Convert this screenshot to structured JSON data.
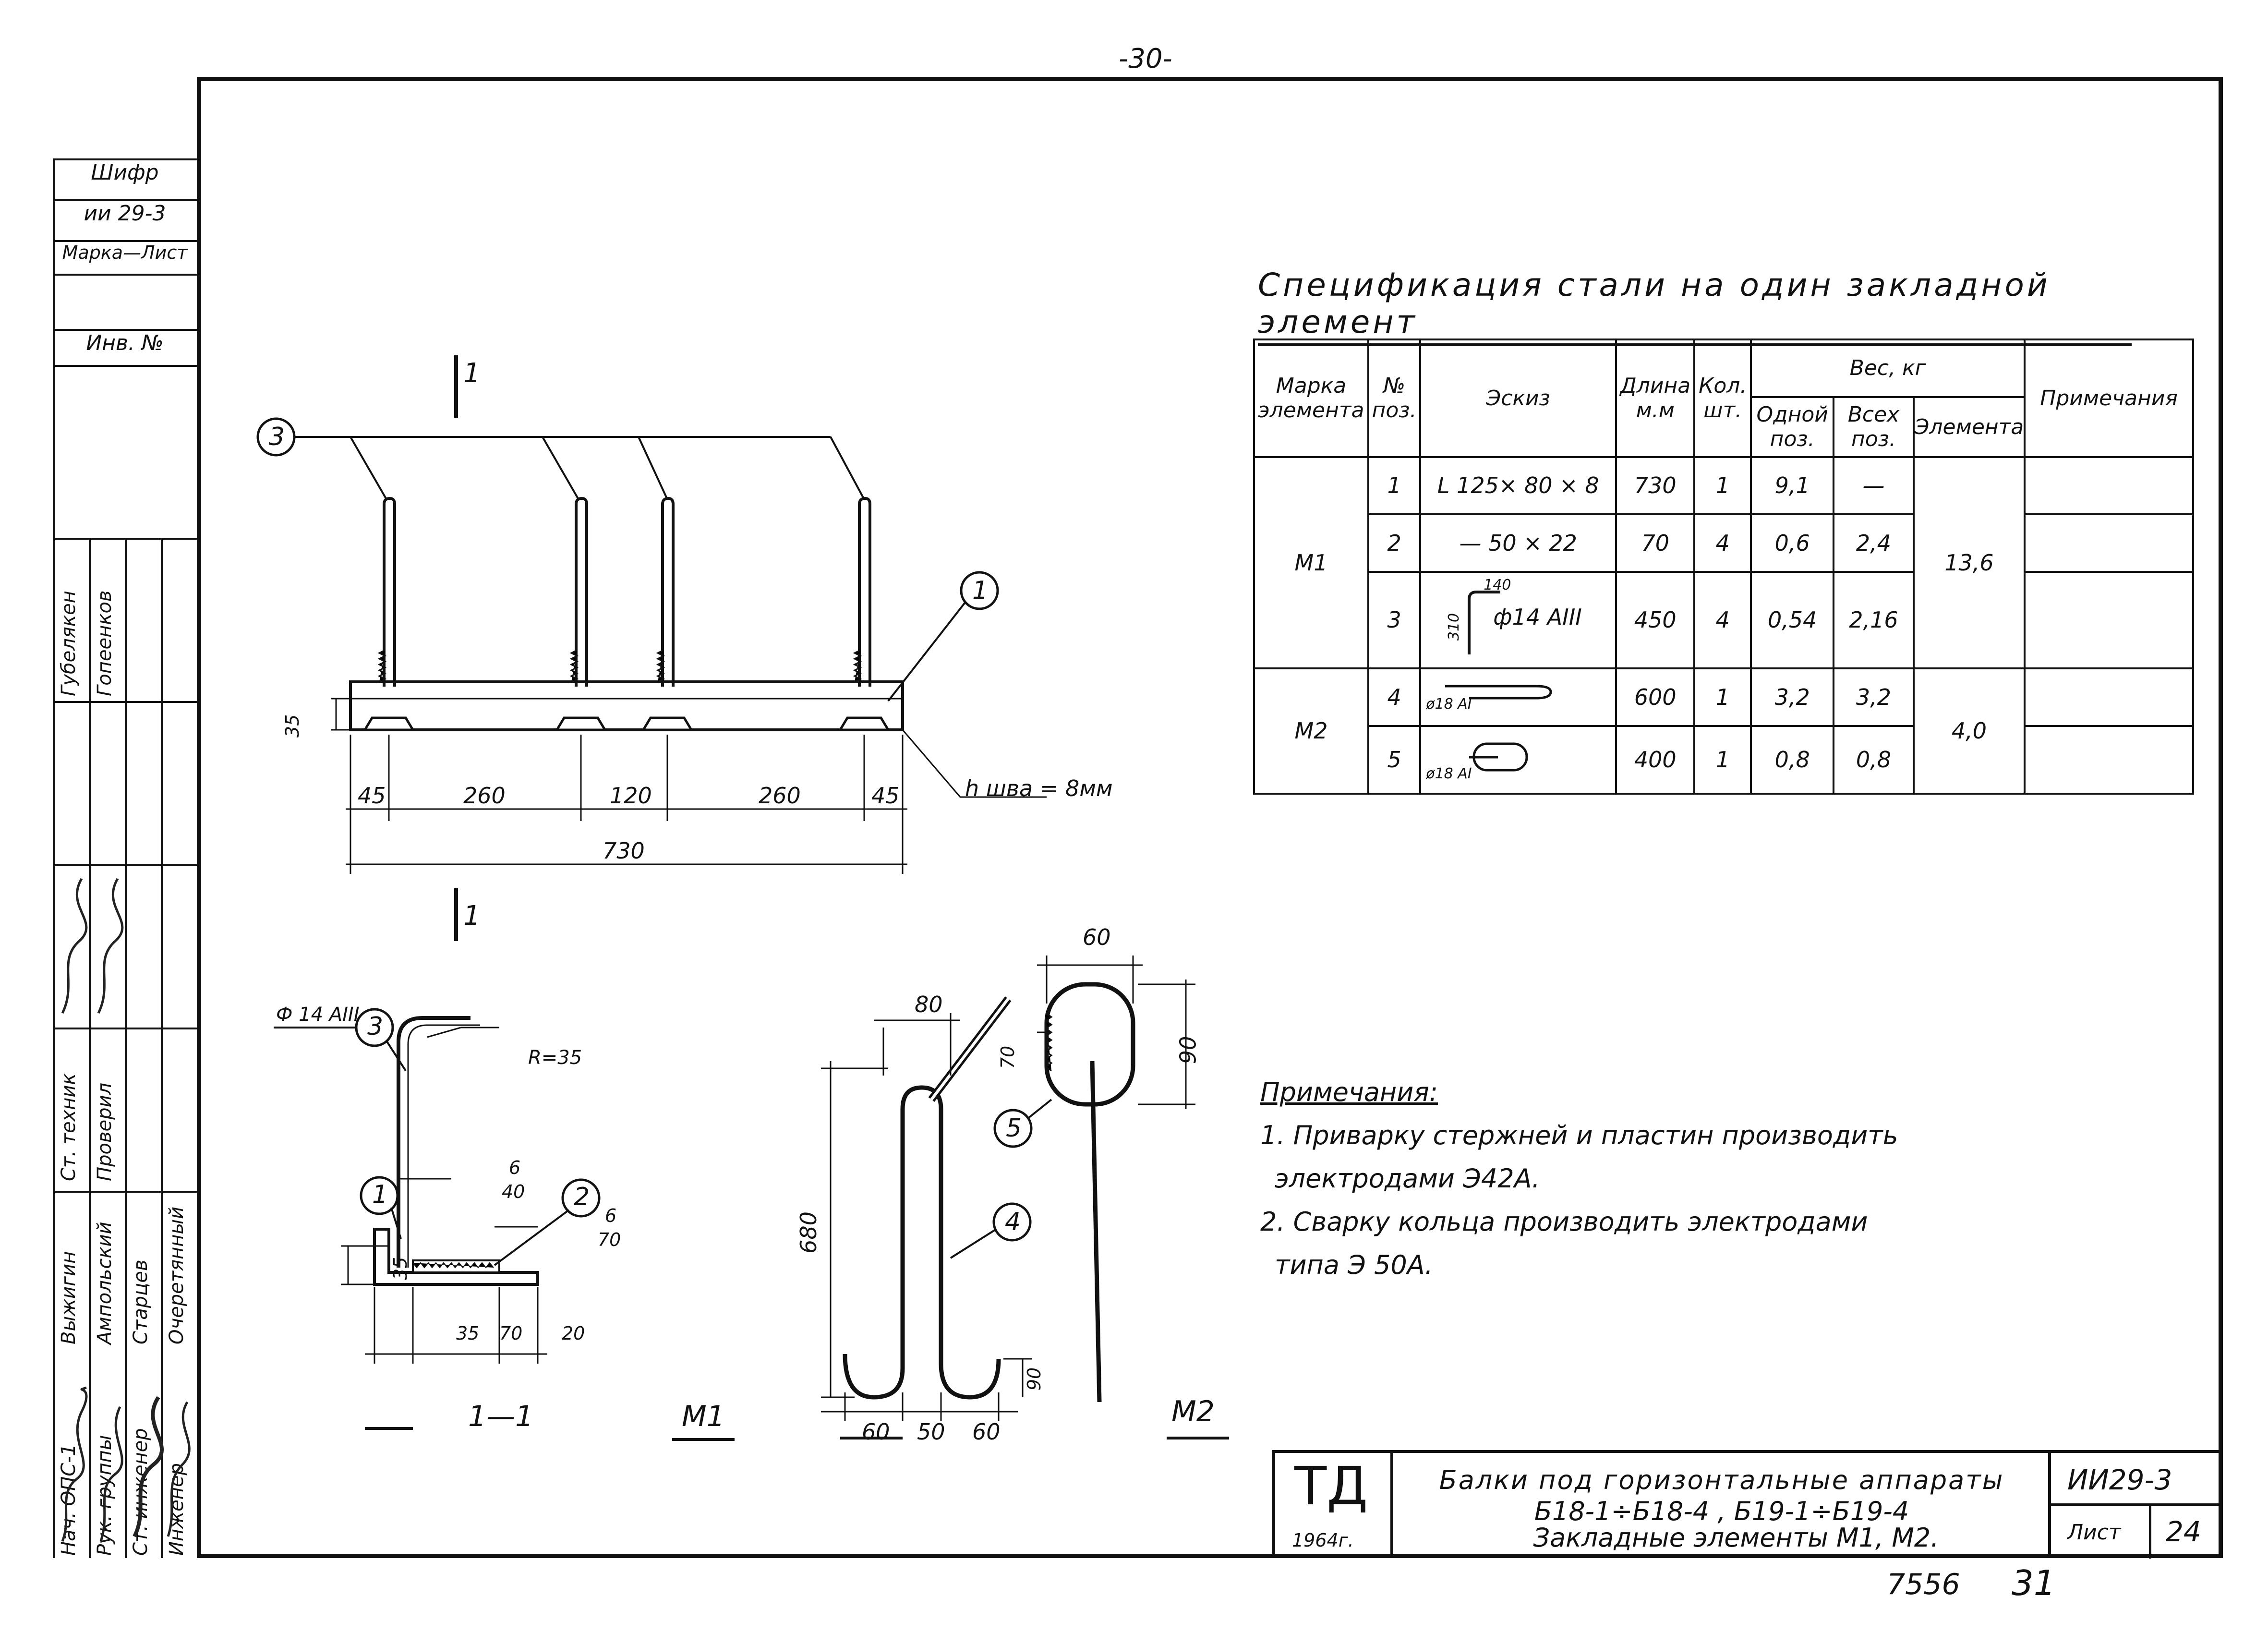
{
  "page_number": "-30-",
  "left_column": {
    "cipher_label": "Шифр",
    "cipher_value": "ии 29-3",
    "mark_sheet_label": "Марка—Лист",
    "inv_label": "Инв. №",
    "signers": [
      {
        "role": "Нач. ОПС-1",
        "name": "Губелякен"
      },
      {
        "role": "Рук. группы",
        "name": "Гопеенков"
      },
      {
        "role": "Ст. инженер",
        "name": "Выжигин"
      },
      {
        "role": "Инженер",
        "name": "Ампольский"
      },
      {
        "role": "Ст. техник",
        "name": "Старцев"
      },
      {
        "role": "Проверил",
        "name": "Очеретянный"
      }
    ]
  },
  "spec": {
    "title": "Спецификация стали на один закладной элемент",
    "headers": {
      "mark": "Марка элемента",
      "pos": "№ поз.",
      "sketch": "Эскиз",
      "length": "Длина м.м",
      "qty": "Кол. шт.",
      "weight": "Вес, кг",
      "w_one": "Одной поз.",
      "w_all": "Всех поз.",
      "w_elem": "Элемента",
      "notes": "Примечания"
    },
    "rows": [
      {
        "pos": "1",
        "sketch": "L 125× 80 × 8",
        "length": "730",
        "qty": "1",
        "w_one": "9,1",
        "w_all": "—"
      },
      {
        "pos": "2",
        "sketch": "— 50 × 22",
        "length": "70",
        "qty": "4",
        "w_one": "0,6",
        "w_all": "2,4"
      },
      {
        "pos": "3",
        "sketch": "ф14 АIII",
        "sketch_dim_a": "140",
        "sketch_dim_b": "310",
        "length": "450",
        "qty": "4",
        "w_one": "0,54",
        "w_all": "2,16"
      },
      {
        "pos": "4",
        "sketch": "ø18 АI",
        "length": "600",
        "qty": "1",
        "w_one": "3,2",
        "w_all": "3,2"
      },
      {
        "pos": "5",
        "sketch": "ø18 АI",
        "length": "400",
        "qty": "1",
        "w_one": "0,8",
        "w_all": "0,8"
      }
    ],
    "groups": [
      {
        "mark": "М1",
        "w_elem": "13,6"
      },
      {
        "mark": "М2",
        "w_elem": "4,0"
      }
    ]
  },
  "notes": {
    "title": "Примечания:",
    "items": [
      "1. Приварку стержней и пластин производить",
      "электродами Э42А.",
      "2. Сварку кольца производить электродами",
      "типа Э 50А."
    ]
  },
  "drawing_top": {
    "section_mark": "1",
    "callouts": [
      "3",
      "1"
    ],
    "dim_height": "35",
    "dims": [
      "45",
      "260",
      "120",
      "260",
      "45"
    ],
    "total": "730",
    "weld": "h шва = 8мм"
  },
  "section_view": {
    "bar_label": "Ф 14 АIII",
    "radius": "R=35",
    "callouts": [
      "3",
      "1",
      "2"
    ],
    "frac1_top": "6",
    "frac1_bot": "40",
    "frac2_top": "6",
    "frac2_bot": "70",
    "dim_h": "35",
    "dims": [
      "35",
      "70",
      "20"
    ],
    "caption": "1—1"
  },
  "m1_view": {
    "caption": "М1",
    "dims": [
      "80",
      "680",
      "90",
      "60",
      "50",
      "60"
    ],
    "callout": "4"
  },
  "m2_view": {
    "caption": "М2",
    "dims": [
      "60",
      "70",
      "90"
    ],
    "callout": "5"
  },
  "stamp": {
    "org": "ТД",
    "year": "1964г.",
    "title_line1": "Балки под горизонтальные аппараты",
    "title_line2": "Б18-1÷Б18-4 , Б19-1÷Б19-4",
    "title_line3": "Закладные элементы М1, М2.",
    "code": "ИИ29-3",
    "sheet_label": "Лист",
    "sheet_no": "24"
  },
  "footer_number": "7556",
  "footer_page": "31"
}
